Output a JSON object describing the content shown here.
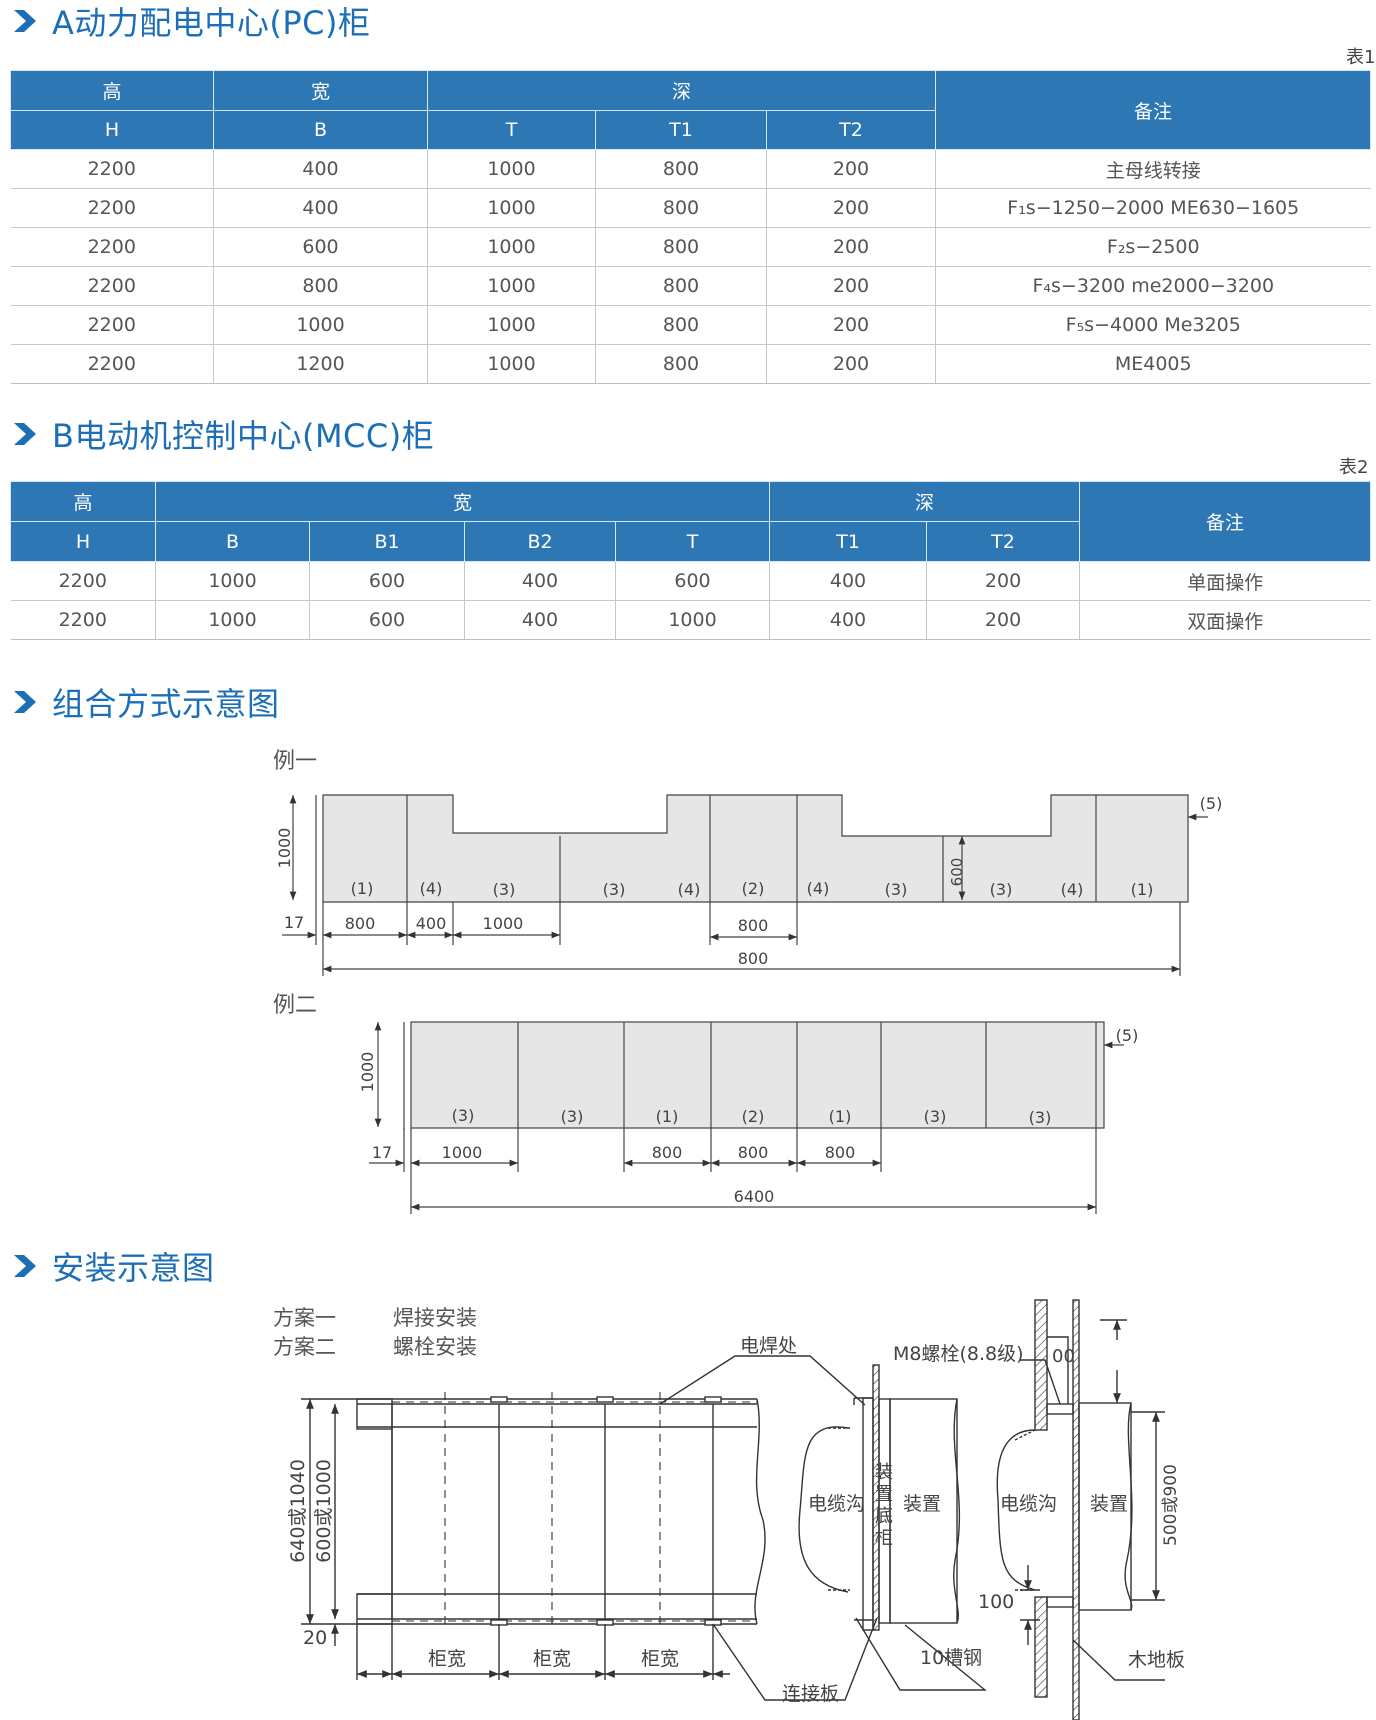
{
  "section_a": {
    "title": "A动力配电中心(PC)柜",
    "table_no": "表1"
  },
  "table1": {
    "group_headers": [
      "高",
      "宽",
      "深",
      "备注"
    ],
    "sub_headers": [
      "H",
      "B",
      "T",
      "T1",
      "T2"
    ],
    "rows": [
      [
        "2200",
        "400",
        "1000",
        "800",
        "200",
        "主母线转接"
      ],
      [
        "2200",
        "400",
        "1000",
        "800",
        "200",
        "F₁s−1250−2000 ME630−1605"
      ],
      [
        "2200",
        "600",
        "1000",
        "800",
        "200",
        "F₂s−2500"
      ],
      [
        "2200",
        "800",
        "1000",
        "800",
        "200",
        "F₄s−3200 me2000−3200"
      ],
      [
        "2200",
        "1000",
        "1000",
        "800",
        "200",
        "F₅s−4000  Me3205"
      ],
      [
        "2200",
        "1200",
        "1000",
        "800",
        "200",
        "ME4005"
      ]
    ]
  },
  "section_b": {
    "title": "B电动机控制中心(MCC)柜",
    "table_no": "表2"
  },
  "table2": {
    "group_headers": [
      "高",
      "宽",
      "深",
      "备注"
    ],
    "sub_headers": [
      "H",
      "B",
      "B1",
      "B2",
      "T",
      "T1",
      "T2"
    ],
    "rows": [
      [
        "2200",
        "1000",
        "600",
        "400",
        "600",
        "400",
        "200",
        "单面操作"
      ],
      [
        "2200",
        "1000",
        "600",
        "400",
        "1000",
        "400",
        "200",
        "双面操作"
      ]
    ]
  },
  "section_c": {
    "title": "组合方式示意图"
  },
  "example1": {
    "label": "例一",
    "height_dim": "1000",
    "low_height_dim": "600",
    "cells": [
      "(1)",
      "(4)",
      "(3)",
      "(3)",
      "(4)",
      "(2)",
      "(4)",
      "(3)",
      "(3)",
      "(4)",
      "(1)"
    ],
    "end_mark": "(5)",
    "dims": [
      "17",
      "800",
      "400",
      "1000",
      "800"
    ],
    "total_dim": "800"
  },
  "example2": {
    "label": "例二",
    "height_dim": "1000",
    "cells": [
      "(3)",
      "(3)",
      "(1)",
      "(2)",
      "(1)",
      "(3)",
      "(3)"
    ],
    "end_mark": "(5)",
    "dims": [
      "17",
      "1000",
      "800",
      "800",
      "800"
    ],
    "total_dim": "6400"
  },
  "section_d": {
    "title": "安装示意图"
  },
  "install": {
    "plans": [
      {
        "name": "方案一",
        "method": "焊接安装"
      },
      {
        "name": "方案二",
        "method": "螺栓安装"
      }
    ],
    "labels": {
      "weld": "电焊处",
      "bolt": "M8螺栓(8.8级)",
      "bolt_dim": "00",
      "trench1": "电缆沟",
      "base_cabinet": "装置底柜",
      "device1": "装置",
      "trench2": "电缆沟",
      "device2": "装置",
      "height_outer": "640或1040",
      "height_inner": "600或1000",
      "bottom_gap": "20",
      "cabinet_width": "柜宽",
      "channel_steel": "10槽钢",
      "connect_plate": "连接板",
      "dim_100": "100",
      "dim_500": "500或900",
      "wood_floor": "木地板"
    }
  }
}
